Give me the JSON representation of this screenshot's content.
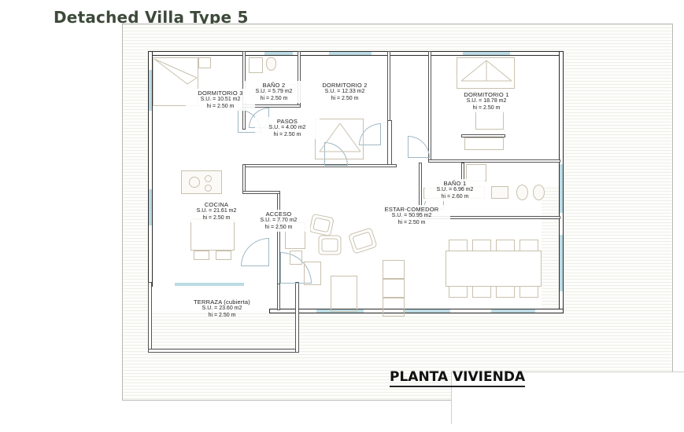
{
  "title": "Detached Villa Type 5",
  "caption": "PLANTA VIVIENDA",
  "units": {
    "area_prefix": "S.U. = ",
    "area_suffix": " m2",
    "height_prefix": "hi = ",
    "height_suffix": " m"
  },
  "colors": {
    "title_text": "#3d4a3a",
    "caption_text": "#111111",
    "wall_stroke": "#2a2a2a",
    "window_glass": "#bcdbe4",
    "furniture_stroke": "#c9c1ae",
    "hatch_line": "#efefe9",
    "paper": "#fdfdfb",
    "frame_border": "#b9b9b4"
  },
  "rooms": [
    {
      "key": "dormitorio3",
      "name": "DORMITORIO 3",
      "area": "10.51",
      "height": "2.50"
    },
    {
      "key": "bano2",
      "name": "BAÑO 2",
      "area": "5.79",
      "height": "2.50"
    },
    {
      "key": "dormitorio2",
      "name": "DORMITORIO 2",
      "area": "12.33",
      "height": "2.50"
    },
    {
      "key": "dormitorio1",
      "name": "DORMITORIO 1",
      "area": "18.78",
      "height": "2.50"
    },
    {
      "key": "pasos",
      "name": "PASOS",
      "area": "4.00",
      "height": "2.50"
    },
    {
      "key": "bano1",
      "name": "BAÑO 1",
      "area": "6.96",
      "height": "2.60"
    },
    {
      "key": "cocina",
      "name": "COCINA",
      "area": "21.61",
      "height": "2.50"
    },
    {
      "key": "acceso",
      "name": "ACCESO",
      "area": "7.70",
      "height": "2.50"
    },
    {
      "key": "estar_comedor",
      "name": "ESTAR-COMEDOR",
      "area": "50.95",
      "height": "2.50"
    },
    {
      "key": "terraza",
      "name": "TERRAZA (cubierta)",
      "area": "23.60",
      "height": "2.50"
    }
  ],
  "room_labels": {
    "dormitorio3": {
      "name": "DORMITORIO 3",
      "area_line": "S.U. = 10.51 m2",
      "height_line": "hi = 2.50 m"
    },
    "bano2": {
      "name": "BAÑO 2",
      "area_line": "S.U. = 5.79 m2",
      "height_line": "hi = 2.50 m"
    },
    "dormitorio2": {
      "name": "DORMITORIO 2",
      "area_line": "S.U. = 12.33 m2",
      "height_line": "hi = 2.50 m"
    },
    "dormitorio1": {
      "name": "DORMITORIO 1",
      "area_line": "S.U. = 18.78 m2",
      "height_line": "hi = 2.50 m"
    },
    "pasos": {
      "name": "PASOS",
      "area_line": "S.U. = 4.00 m2",
      "height_line": "hi = 2.50 m"
    },
    "bano1": {
      "name": "BAÑO 1",
      "area_line": "S.U. = 6.96 m2",
      "height_line": "hi = 2.60 m"
    },
    "cocina": {
      "name": "COCINA",
      "area_line": "S.U. = 21.61 m2",
      "height_line": "hi = 2.50 m"
    },
    "acceso": {
      "name": "ACCESO",
      "area_line": "S.U. = 7.70 m2",
      "height_line": "hi = 2.50 m"
    },
    "estar_comedor": {
      "name": "ESTAR-COMEDOR",
      "area_line": "S.U. = 50.95 m2",
      "height_line": "hi = 2.50 m"
    },
    "terraza": {
      "name": "TERRAZA (cubierta)",
      "area_line": "S.U. = 23.60 m2",
      "height_line": "hi = 2.50 m"
    }
  }
}
